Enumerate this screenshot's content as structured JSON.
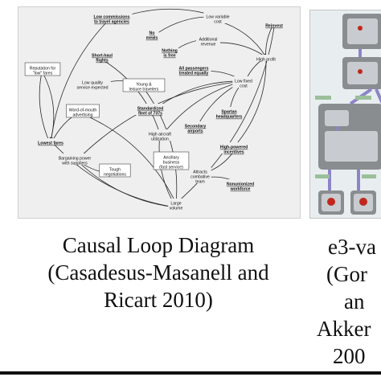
{
  "left_figure": {
    "nodes": [
      {
        "id": "low_commissions",
        "text": "Low commissions to travel agencies",
        "bold": true,
        "underline": true
      },
      {
        "id": "low_variable_cost",
        "text": "Low variable cost",
        "bold": false
      },
      {
        "id": "reinvest",
        "text": "Reinvest",
        "bold": true,
        "underline": true
      },
      {
        "id": "no_meals",
        "text": "No meals",
        "bold": true,
        "underline": true
      },
      {
        "id": "additional_revenue",
        "text": "Additional revenue",
        "bold": false
      },
      {
        "id": "nothing_free",
        "text": "Nothing is free",
        "bold": true,
        "underline": true
      },
      {
        "id": "short_haul",
        "text": "Short-haul flights",
        "bold": true,
        "underline": true
      },
      {
        "id": "reputation",
        "text": "Reputation for 'low' fares",
        "bold": false,
        "boxed": true
      },
      {
        "id": "high_profit",
        "text": "High profit",
        "bold": false
      },
      {
        "id": "low_quality",
        "text": "Low quality service expected",
        "bold": false
      },
      {
        "id": "young_leisure",
        "text": "Young & Leisure travelers",
        "bold": false,
        "boxed": true
      },
      {
        "id": "all_passengers",
        "text": "All passengers treated equally",
        "bold": true,
        "underline": true
      },
      {
        "id": "low_fixed_cost",
        "text": "Low fixed cost",
        "bold": false
      },
      {
        "id": "word_of_mouth",
        "text": "Word-of-mouth advertising",
        "bold": false,
        "boxed": true
      },
      {
        "id": "standardized_fleet",
        "text": "Standardized fleet of 737s",
        "bold": true,
        "underline": true
      },
      {
        "id": "secondary_airports",
        "text": "Secondary airports",
        "bold": true,
        "underline": true
      },
      {
        "id": "spartan_hq",
        "text": "Spartan headquarters",
        "bold": true,
        "underline": true
      },
      {
        "id": "high_utilization",
        "text": "High aircraft utilization",
        "bold": false
      },
      {
        "id": "lowest_fares",
        "text": "Lowest fares",
        "bold": true,
        "underline": true
      },
      {
        "id": "bargaining_power",
        "text": "Bargaining power with suppliers",
        "bold": false
      },
      {
        "id": "high_powered_incentives",
        "text": "High-powered incentives",
        "bold": true,
        "underline": true
      },
      {
        "id": "tough_negotiations",
        "text": "Tough negotiations",
        "bold": false,
        "boxed": true
      },
      {
        "id": "ancillary_business",
        "text": "Ancillary business (fast service)",
        "bold": false,
        "boxed": true
      },
      {
        "id": "attracts_team",
        "text": "Attracts combative team",
        "bold": false
      },
      {
        "id": "nonunionized",
        "text": "Nonunionized workforce",
        "bold": true,
        "underline": true
      },
      {
        "id": "large_volume",
        "text": "Large volume",
        "bold": false
      }
    ],
    "caption_lines": [
      "Causal Loop Diagram",
      "(Casadesus-Masanell and",
      "Ricart 2010)"
    ]
  },
  "right_figure": {
    "caption_lines": [
      "e3-va",
      "(Gor",
      "an",
      "Akker",
      "200"
    ]
  },
  "colors": {
    "panel_left": "#efefef",
    "panel_right": "#e8eef0",
    "actor_box": "#8a8d90",
    "actor_inner": "#c8ccd0",
    "link": "#8d84c8",
    "value_port_red": "#c0281c",
    "text": "#111111"
  }
}
